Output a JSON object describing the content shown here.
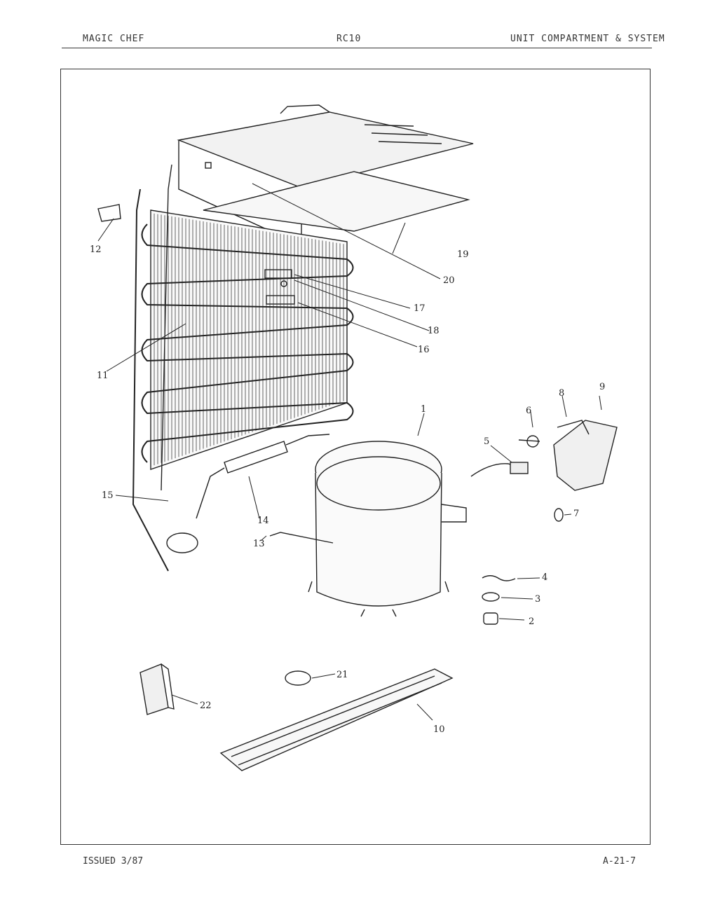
{
  "header": {
    "brand": "MAGIC CHEF",
    "model": "RC10",
    "section": "UNIT COMPARTMENT & SYSTEM"
  },
  "footer": {
    "issued": "ISSUED 3/87",
    "page": "A-21-7"
  },
  "callouts": {
    "p1": "1",
    "p2": "2",
    "p3": "3",
    "p4": "4",
    "p5": "5",
    "p6": "6",
    "p7": "7",
    "p8": "8",
    "p9": "9",
    "p10": "10",
    "p11": "11",
    "p12": "12",
    "p13": "13",
    "p14": "14",
    "p15": "15",
    "p16": "16",
    "p17": "17",
    "p18": "18",
    "p19": "19",
    "p20": "20",
    "p21": "21",
    "p22": "22"
  }
}
